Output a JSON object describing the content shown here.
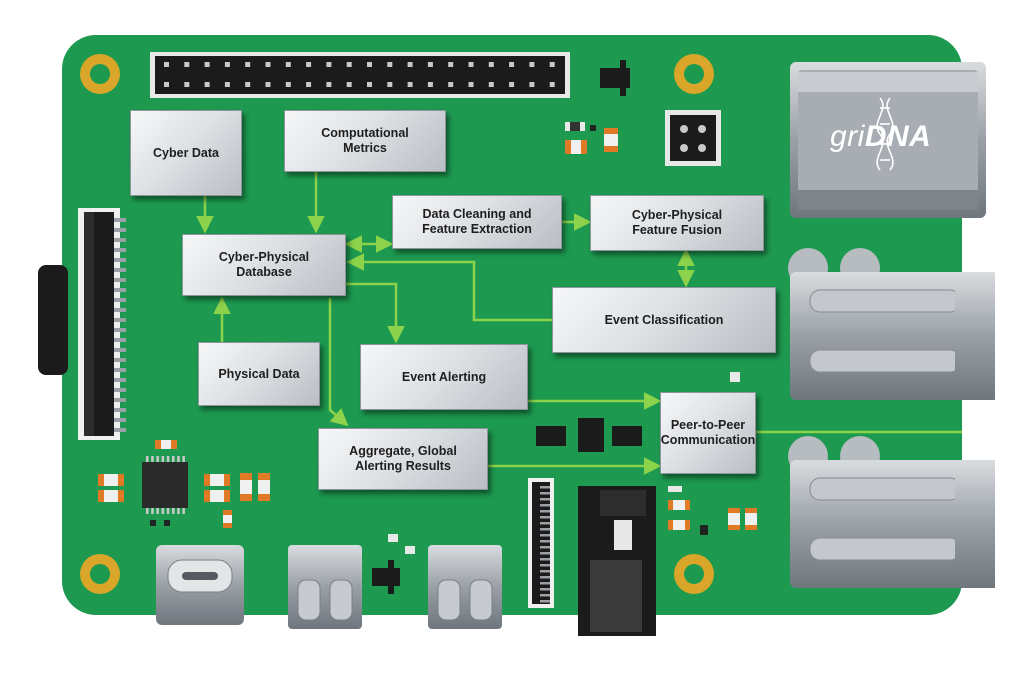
{
  "brand": {
    "logo_prefix": "gri",
    "logo_suffix": "DNA"
  },
  "colors": {
    "board": "#1d9a50",
    "board_edge": "#17803f",
    "connector_line": "#8cd24a",
    "pad": "#d9a62a"
  },
  "nodes": {
    "cyber_data": "Cyber Data",
    "computational_metrics": "Computational\nMetrics",
    "cyber_physical_database": "Cyber-Physical\nDatabase",
    "data_cleaning": "Data Cleaning and\nFeature Extraction",
    "feature_fusion": "Cyber-Physical\nFeature Fusion",
    "event_classification": "Event Classification",
    "physical_data": "Physical Data",
    "event_alerting": "Event Alerting",
    "peer_to_peer": "Peer-to-Peer\nCommunication",
    "aggregate_results": "Aggregate, Global\nAlerting Results"
  }
}
